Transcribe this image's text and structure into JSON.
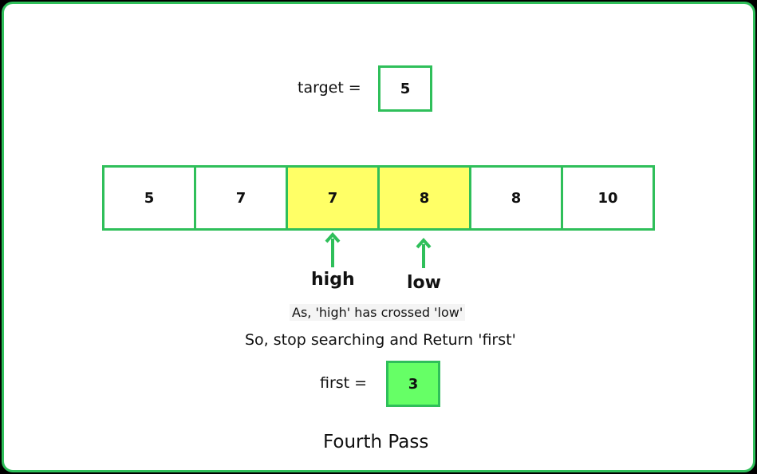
{
  "target": {
    "label": "target =",
    "value": "5"
  },
  "array": [
    {
      "value": "5",
      "highlight": false
    },
    {
      "value": "7",
      "highlight": false
    },
    {
      "value": "7",
      "highlight": true
    },
    {
      "value": "8",
      "highlight": true
    },
    {
      "value": "8",
      "highlight": false
    },
    {
      "value": "10",
      "highlight": false
    }
  ],
  "pointers": {
    "high": "high",
    "low": "low"
  },
  "messages": {
    "line1": "As, 'high' has crossed 'low'",
    "line2": "So, stop searching and Return 'first'"
  },
  "first": {
    "label": "first =",
    "value": "3"
  },
  "caption": "Fourth Pass",
  "colors": {
    "border": "#2fbf5a",
    "highlight": "#ffff66",
    "result": "#66ff66",
    "arrow": "#2fbf5a"
  }
}
